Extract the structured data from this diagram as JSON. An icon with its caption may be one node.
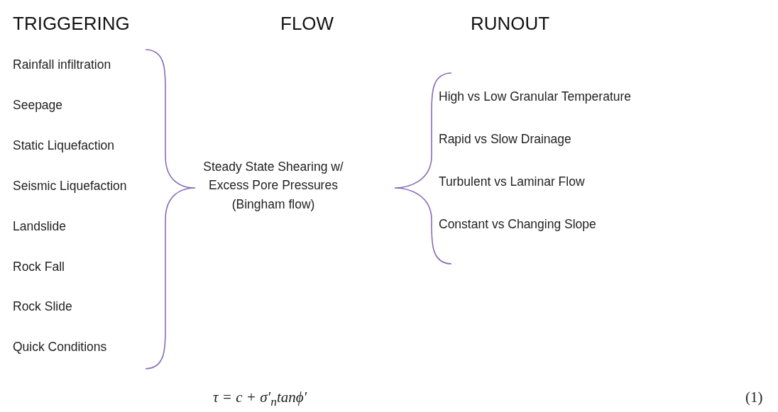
{
  "diagram": {
    "labels": [
      "TRIGGERING",
      "FLOW",
      "RUNOUT",
      "Rainfall infiltration",
      "Seepage",
      "Static Liquefaction",
      "Seismic Liquefaction",
      "Landslide",
      "Rock Fall",
      "Rock Slide",
      "Quick Conditions",
      "Steady State Shearing w/ Excess Pore Pressures (Bingham flow)",
      "High vs Low Granular Temperature",
      "Rapid vs Slow Drainage",
      "Turbulent vs Laminar Flow",
      "Constant vs Changing Slope",
      "τ = c + σ′$_{n}$tanϕ′",
      "(1)"
    ]
  }
}
